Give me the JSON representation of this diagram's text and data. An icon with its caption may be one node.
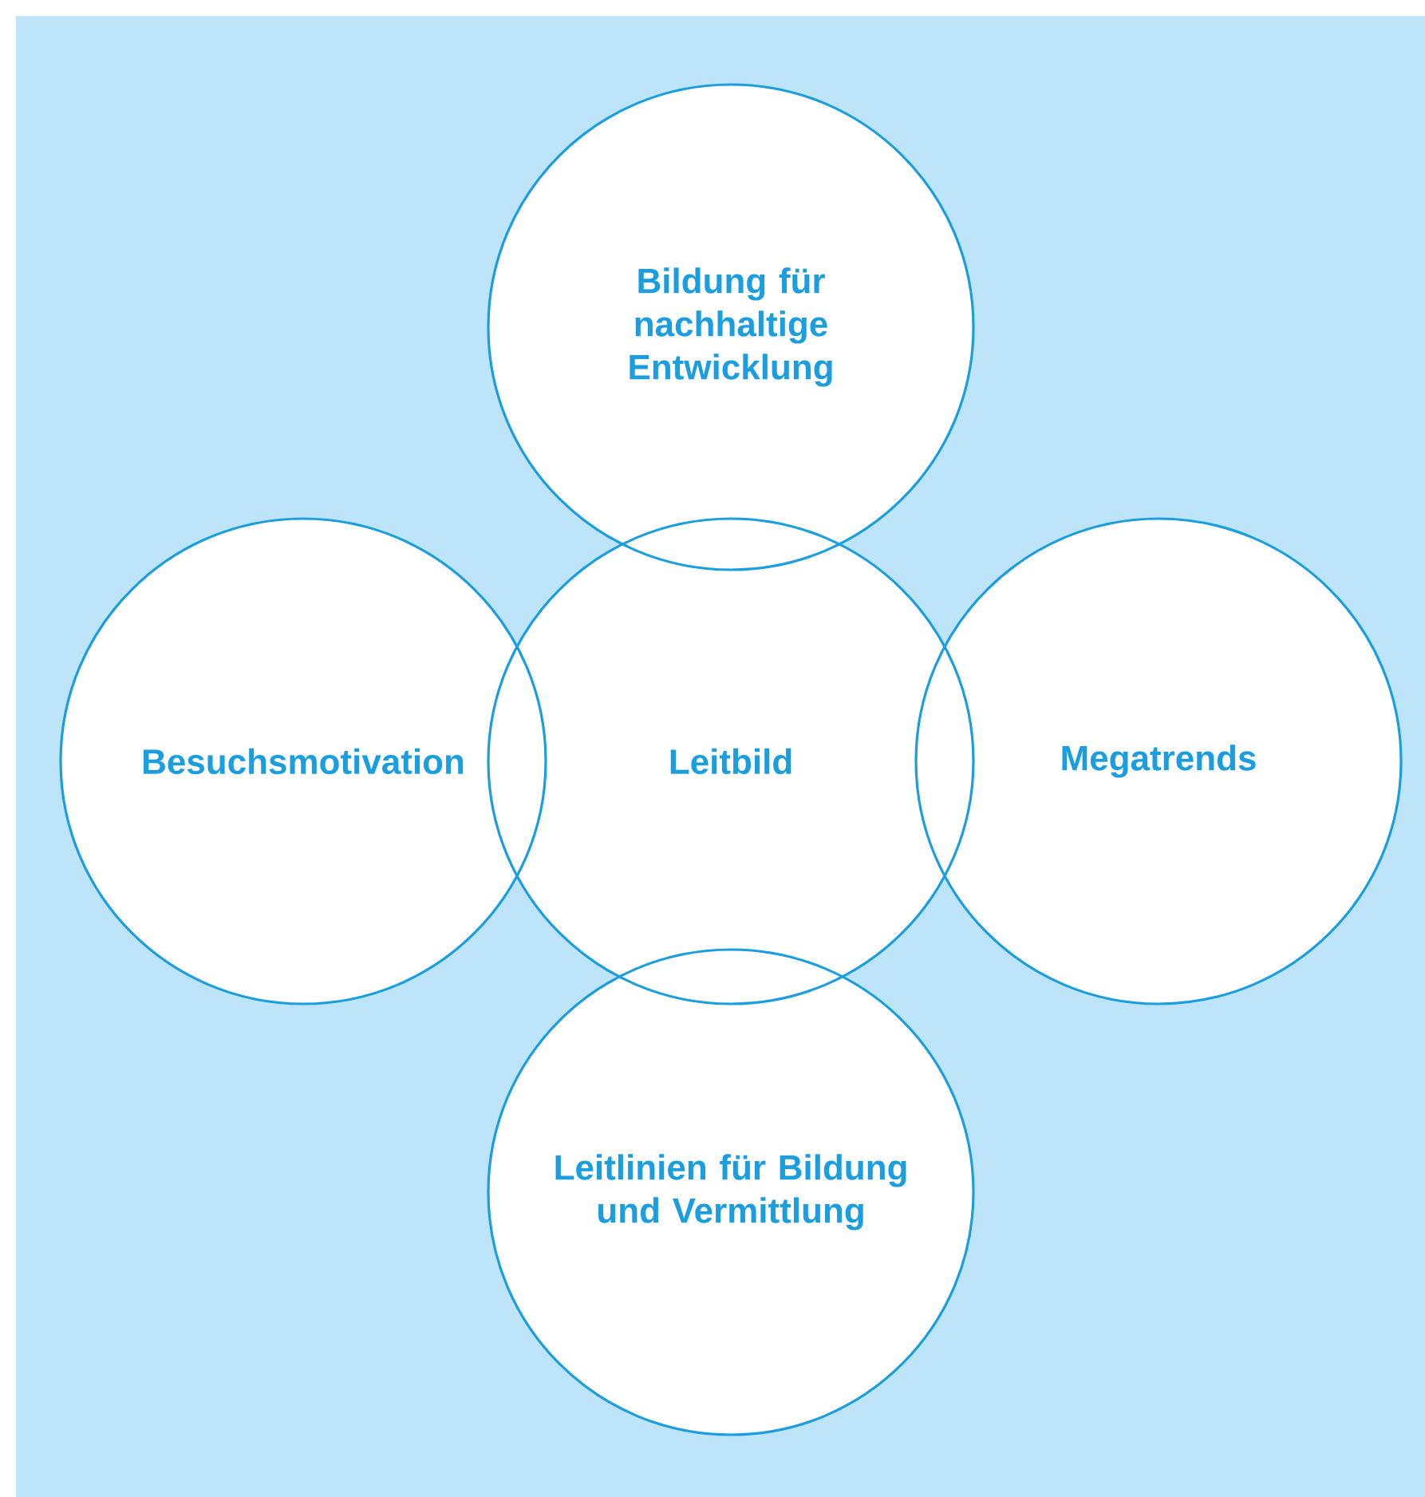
{
  "diagram": {
    "nodes": [
      {
        "text": [
          "Bildung für nachhaltige Entwicklung"
        ]
      },
      {
        "text": [
          "Besuchsmotivation"
        ]
      },
      {
        "text": [
          "Leitbild"
        ]
      },
      {
        "text": [
          "Megatrends"
        ]
      },
      {
        "text": [
          "Leitlinien für Bildung und Vermittlung"
        ]
      }
    ]
  }
}
